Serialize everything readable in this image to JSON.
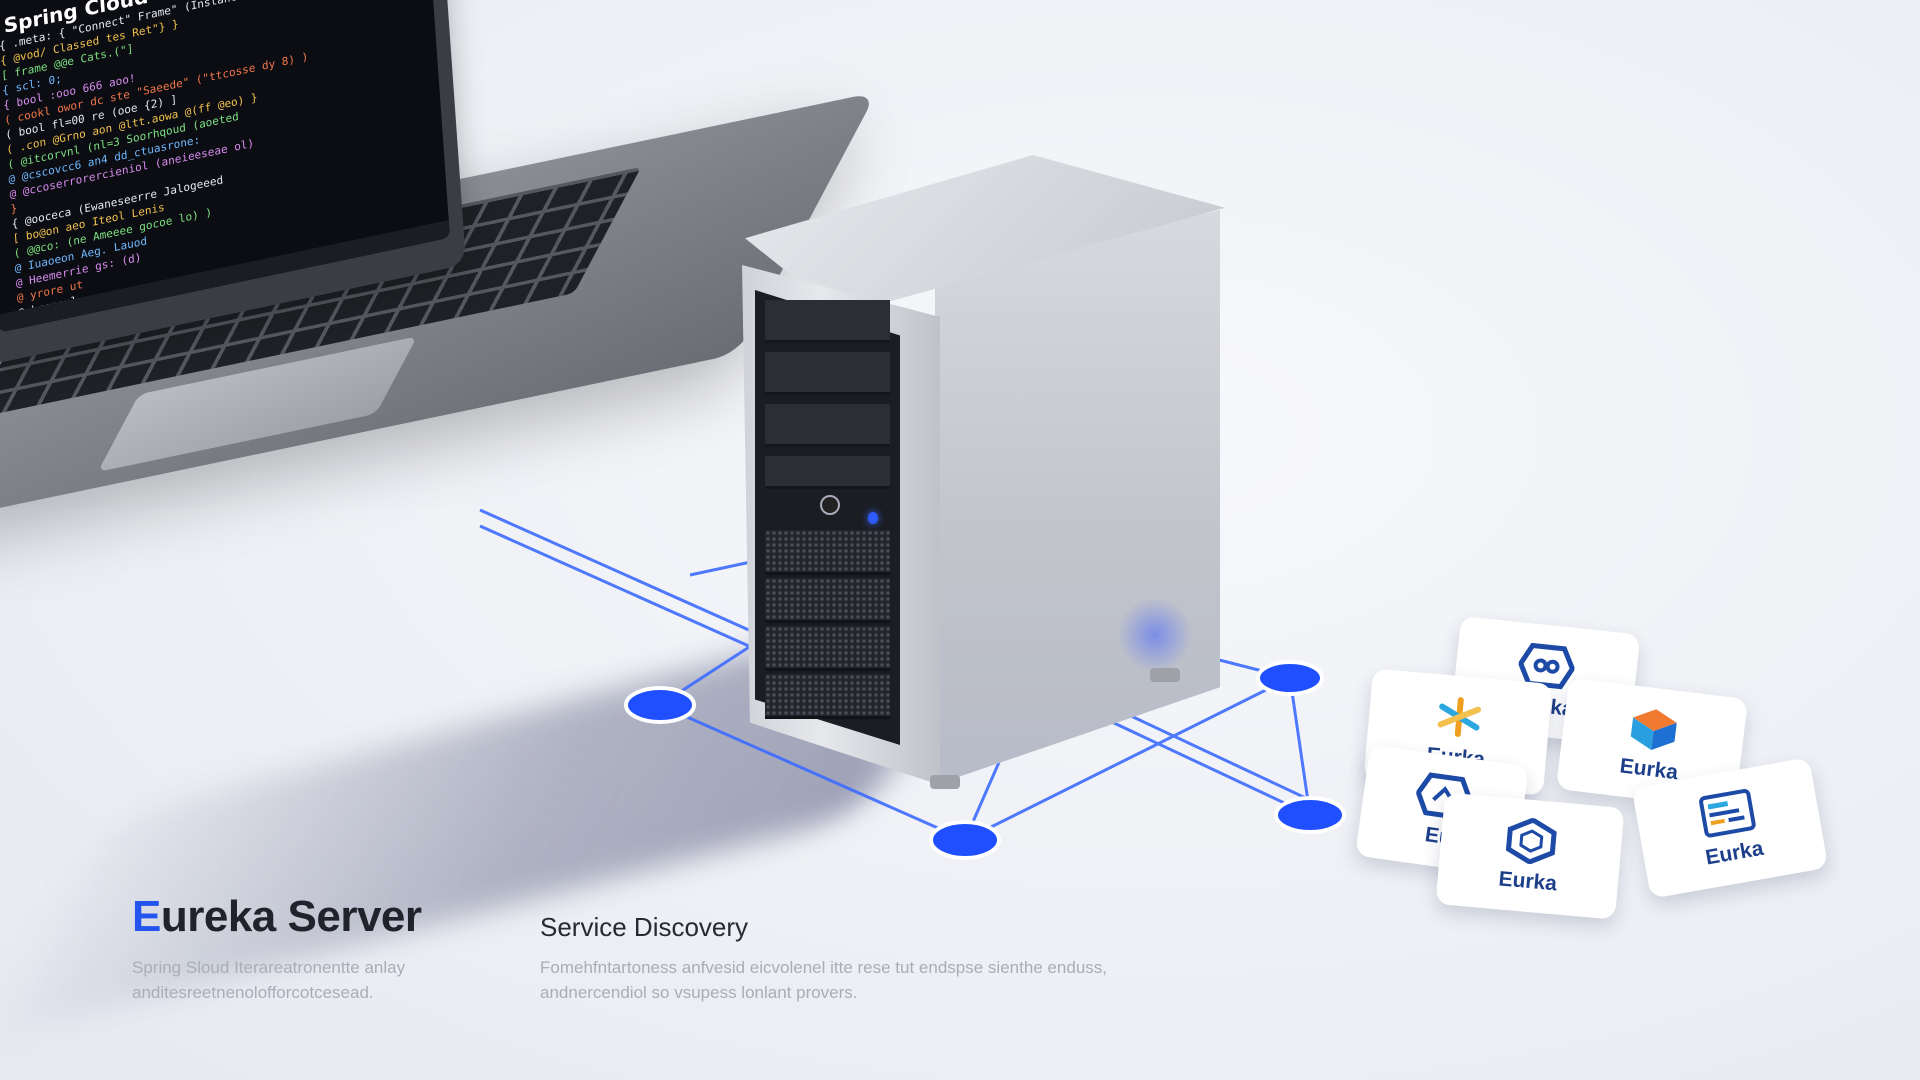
{
  "laptop": {
    "code_title": "Spring Cloud",
    "code_lines": [
      "{ .meta: { \"Connect\" Frame\" (Instance) }",
      "  { @vod/ Classed tes  Ret\"} }",
      "  [ frame @@e Cats.(\"] ",
      "  { scl: 0; ",
      "     { bool :ooo 666 aoo!",
      "     ( cookl owor dc ste \"Saeede\" (\"ttcosse dy 8) )",
      "     ( bool fl=00 re (ooe {2) ]",
      "     ( .con @Grno aon @ltt.aowa @(ff @eo) }",
      "       ( @itcorvnl (nl=3 Soorhqoud (aoeted ",
      "        @ @cscovcc6 an4 dd_ctuasrone: ",
      "          @ @ccoserrorercieniol (aneieeseae ol)",
      "         }",
      "      { @ooceca (Ewaneseerre Jalogeeed ",
      "       [ bo@on aeo Iteol Lenis",
      "         ( @@co: (ne Ameeee gocoe lo) )",
      "          @ Iuaoeon Aeg. Lauod",
      "           @ Heemerrie gs: (d)",
      "            @ yrore ut",
      "              @ Lroneul"
    ],
    "code_colors": [
      "#e8e9ee",
      "#f2c14e",
      "#7ee081",
      "#6fb8ff",
      "#d98cf0",
      "#f2784b"
    ]
  },
  "tiles": [
    {
      "label": "Euuka",
      "icon": "eureka-hex-icon",
      "color": "#1d4aa6"
    },
    {
      "label": "Eurka",
      "icon": "colorful-asterisk-icon",
      "color": "#f0a020"
    },
    {
      "label": "Eurka",
      "icon": "isometric-cube-icon",
      "color": "#f07a30"
    },
    {
      "label": "Eu",
      "icon": "hex-frame-icon",
      "color": "#1d4aa6"
    },
    {
      "label": "Eurka",
      "icon": "hexagon-icon",
      "color": "#1d4aa6"
    },
    {
      "label": "Eurka",
      "icon": "dashboard-icon",
      "color": "#1d4aa6"
    }
  ],
  "left_text": {
    "title_accent": "E",
    "title_rest": "ureka Server",
    "description": "Spring Sloud  Iterareatronentte anlay anditesreetnenolofforcotcesead."
  },
  "right_text": {
    "title": "Service Discovery",
    "description": "Fomehfntartoness anfvesid eicvolenel itte rese tut endspse sienthe enduss, andnercendiol so vsupess lonlant provers."
  },
  "colors": {
    "accent": "#2454f0",
    "network_line": "#3d6bff",
    "node_fill": "#1f4fff"
  }
}
